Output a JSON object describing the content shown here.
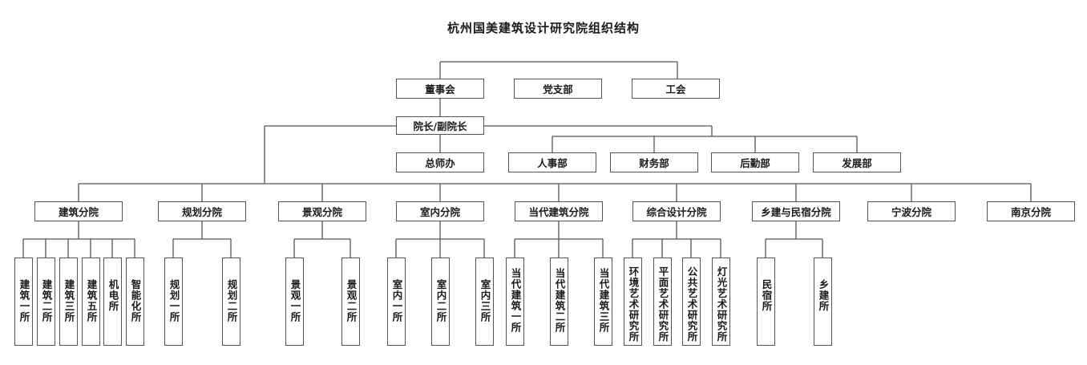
{
  "title": "杭州国美建筑设计研究院组织结构",
  "top_units": [
    "董事会",
    "党支部",
    "工会"
  ],
  "president": "院长/副院长",
  "chief_office": "总师办",
  "departments": [
    "人事部",
    "财务部",
    "后勤部",
    "发展部"
  ],
  "branches": [
    {
      "name": "建筑分院",
      "subs": [
        "建筑一所",
        "建筑二所",
        "建筑三所",
        "建筑五所",
        "机电所",
        "智能化所"
      ]
    },
    {
      "name": "规划分院",
      "subs": [
        "规划一所",
        "规划二所"
      ]
    },
    {
      "name": "景观分院",
      "subs": [
        "景观一所",
        "景观二所"
      ]
    },
    {
      "name": "室内分院",
      "subs": [
        "室内一所",
        "室内二所",
        "室内三所"
      ]
    },
    {
      "name": "当代建筑分院",
      "subs": [
        "当代建筑一所",
        "当代建筑二所",
        "当代建筑三所"
      ]
    },
    {
      "name": "综合设计分院",
      "subs": [
        "环境艺术研究所",
        "平面艺术研究所",
        "公共艺术研究所",
        "灯光艺术研究所"
      ]
    },
    {
      "name": "乡建与民宿分院",
      "subs": [
        "民宿所",
        "乡建所"
      ]
    },
    {
      "name": "宁波分院",
      "subs": []
    },
    {
      "name": "南京分院",
      "subs": []
    }
  ]
}
